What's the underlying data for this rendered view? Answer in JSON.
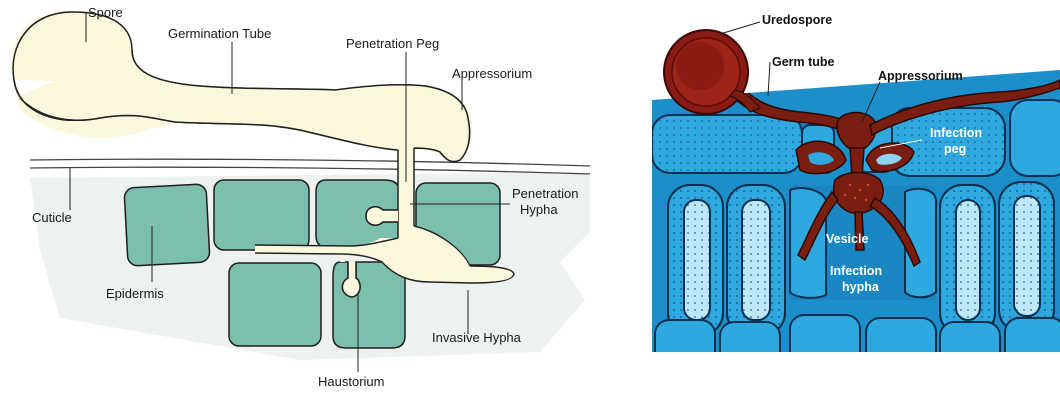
{
  "left_diagram": {
    "labels": {
      "spore": "Spore",
      "germination_tube": "Germination Tube",
      "penetration_peg": "Penetration Peg",
      "appressorium": "Appressorium",
      "cuticle": "Cuticle",
      "penetration_hypha_1": "Penetration",
      "penetration_hypha_2": "Hypha",
      "epidermis": "Epidermis",
      "invasive_hypha": "Invasive Hypha",
      "haustorium": "Haustorium"
    },
    "colors": {
      "fungus_fill": "#fbf7dc",
      "cell_fill": "#7cbfae",
      "tissue_bg": "#edf1ef"
    }
  },
  "right_diagram": {
    "labels": {
      "uredospore": "Uredospore",
      "germ_tube": "Germ tube",
      "appressorium": "Appressorium",
      "infection_peg_1": "Infection",
      "infection_peg_2": "peg",
      "vesicle": "Vesicle",
      "infection_hypha_1": "Infection",
      "infection_hypha_2": "hypha"
    },
    "colors": {
      "cell_fill": "#2aa5dc",
      "cell_light": "#8fd3f2",
      "fungus": "#7a1e12",
      "spore": "#8a1a14"
    }
  }
}
